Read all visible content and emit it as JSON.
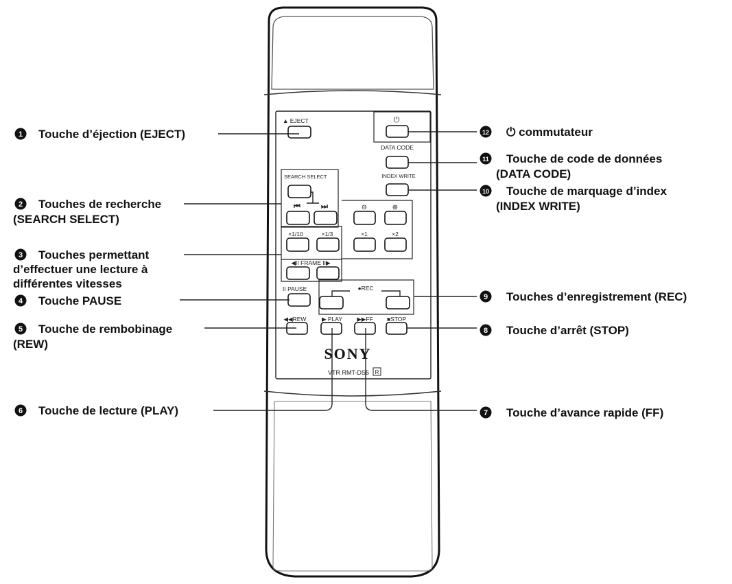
{
  "remote": {
    "brand": "SONY",
    "model": "VTR RMT-DS5",
    "model_mark": "R",
    "buttons": {
      "eject": "▲ EJECT",
      "power": "⏻",
      "data_code": "DATA CODE",
      "search_select": "SEARCH SELECT",
      "index_write": "INDEX WRITE",
      "prev": "⏮",
      "next": "⏭",
      "minus": "⊖",
      "plus": "⊕",
      "x1_10": "×1/10",
      "x1_3": "×1/3",
      "x1": "×1",
      "x2": "×2",
      "frame": "◀II FRAME II▶",
      "pause": "II PAUSE",
      "rec": "●REC",
      "rew": "◀◀REW",
      "play": "▶ PLAY",
      "ff": "▶▶FF",
      "stop": "■STOP"
    }
  },
  "callouts": [
    {
      "num": "1",
      "lines": [
        "Touche d’éjection (EJECT)"
      ]
    },
    {
      "num": "2",
      "lines": [
        "Touches de recherche",
        "(SEARCH SELECT)"
      ]
    },
    {
      "num": "3",
      "lines": [
        "Touches permettant",
        "d’effectuer une lecture à",
        "différentes vitesses"
      ]
    },
    {
      "num": "4",
      "lines": [
        "Touche PAUSE"
      ]
    },
    {
      "num": "5",
      "lines": [
        "Touche de rembobinage",
        "(REW)"
      ]
    },
    {
      "num": "6",
      "lines": [
        "Touche de lecture (PLAY)"
      ]
    },
    {
      "num": "12",
      "lines": [
        "⏻ commutateur"
      ]
    },
    {
      "num": "11",
      "lines": [
        "Touche de code de données",
        "(DATA CODE)"
      ]
    },
    {
      "num": "10",
      "lines": [
        "Touche de marquage d’index",
        "(INDEX WRITE)"
      ]
    },
    {
      "num": "9",
      "lines": [
        "Touches d’enregistrement (REC)"
      ]
    },
    {
      "num": "8",
      "lines": [
        "Touche d’arrêt (STOP)"
      ]
    },
    {
      "num": "7",
      "lines": [
        "Touche d’avance rapide (FF)"
      ]
    }
  ]
}
